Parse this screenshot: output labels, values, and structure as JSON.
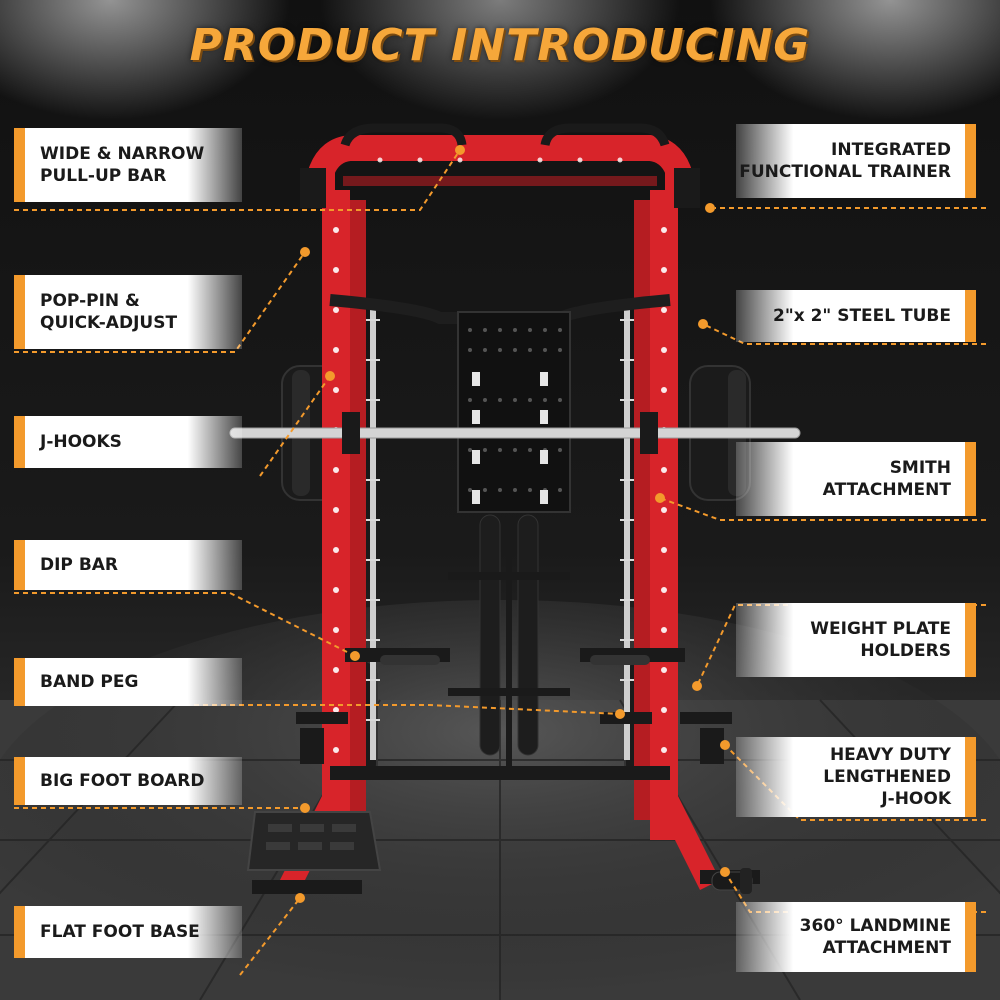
{
  "title": "PRODUCT INTRODUCING",
  "colors": {
    "accent": "#f39a2c",
    "frame": "#d8242a",
    "title": "#f6a73a"
  },
  "left_features": [
    "WIDE & NARROW\nPULL-UP BAR",
    "POP-PIN &\nQUICK-ADJUST",
    "J-HOOKS",
    "DIP BAR",
    "BAND PEG",
    "BIG FOOT BOARD",
    "FLAT FOOT BASE"
  ],
  "right_features": [
    "INTEGRATED\nFUNCTIONAL TRAINER",
    "2\"x 2\" STEEL TUBE",
    "SMITH\nATTACHMENT",
    "WEIGHT PLATE\nHOLDERS",
    "HEAVY DUTY\nLENGTHENED\nJ-HOOK",
    "360° LANDMINE\nATTACHMENT"
  ]
}
